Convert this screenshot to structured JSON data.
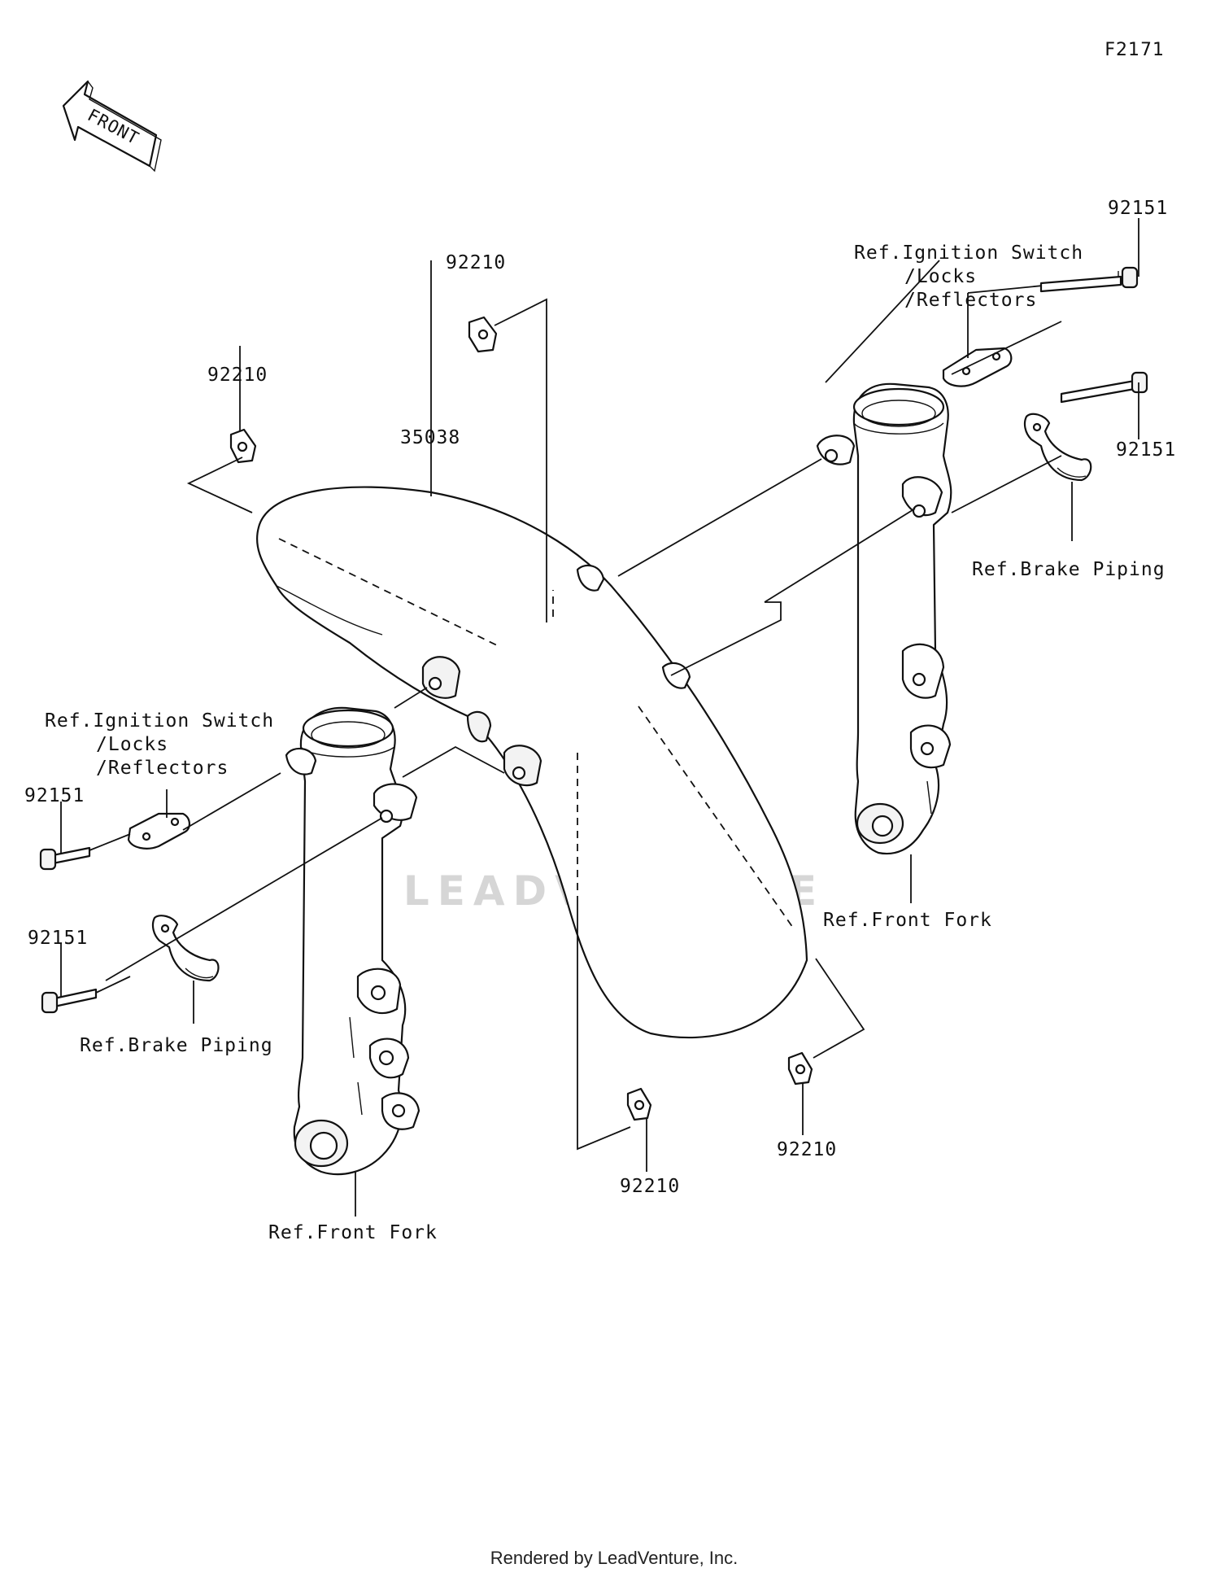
{
  "figure_id": "F2171",
  "front_marker": {
    "text": "FRONT",
    "icon": "front-arrow-icon"
  },
  "callouts": {
    "fender": "35038",
    "nut_top": "92210",
    "nut_left": "92210",
    "nut_bottom_center": "92210",
    "nut_bottom_right": "92210",
    "bolt_right_top": "92151",
    "bolt_right_mid": "92151",
    "bolt_left_top": "92151",
    "bolt_left_bottom": "92151"
  },
  "references": {
    "ignition_right": [
      "Ref.Ignition Switch",
      "/Locks",
      "/Reflectors"
    ],
    "ignition_left": [
      "Ref.Ignition Switch",
      "/Locks",
      "/Reflectors"
    ],
    "brake_right": "Ref.Brake Piping",
    "brake_left": "Ref.Brake Piping",
    "fork_right": "Ref.Front Fork",
    "fork_left": "Ref.Front Fork"
  },
  "watermark": "LEADVENTURE",
  "footer": "Rendered by LeadVenture, Inc."
}
